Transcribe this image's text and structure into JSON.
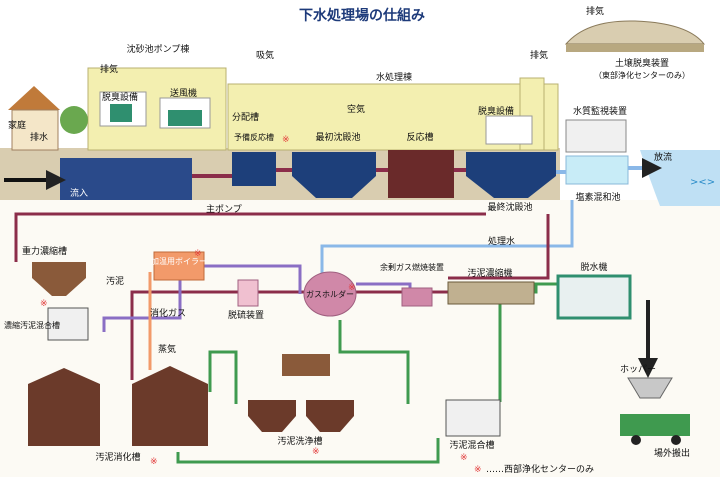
{
  "title": "下水処理場の仕組み",
  "colors": {
    "sewage": "#8b2d4a",
    "treated": "#8ab8e8",
    "sludge": "#8a4a3a",
    "digestion_gas": "#8a6ec4",
    "steam": "#f29a6a",
    "wash": "#3f9a4f",
    "building": "#f3efb0",
    "ground": "#d9cdb0",
    "equipment": "#2f8f6f",
    "marker": "#e23a3a"
  },
  "labels": {
    "pump_building": "沈砂池ポンプ棟",
    "exhaust_left": "排気",
    "intake": "吸気",
    "exhaust_right": "排気",
    "exhaust_top": "排気",
    "soil_deodorizer": "土壌脱臭装置",
    "soil_deodorizer_note": "（東部浄化センターのみ）",
    "water_building": "水処理棟",
    "deodorizer_left": "脱臭設備",
    "blower": "送風機",
    "distribution_tank": "分配槽",
    "air": "空気",
    "pre_reaction_tank": "予備反応槽",
    "primary_sedimentation": "最初沈殿池",
    "reaction_tank": "反応槽",
    "deodorizer_right": "脱臭設備",
    "water_quality_building": "水質監視装置",
    "household": "家庭",
    "drainage": "排水",
    "inflow": "流入",
    "main_pump": "主ポンプ",
    "final_sedimentation": "最終沈殿池",
    "chlorine_tank": "塩素混和池",
    "discharge": "放流",
    "treated_water": "処理水",
    "gravity_thickener": "重力濃縮槽",
    "sludge": "汚泥",
    "heating_boiler": "加温用ボイラー",
    "surplus_gas": "余剰ガス燃焼装置",
    "gas_holder": "ガスホルダー",
    "sludge_thickener": "汚泥濃縮機",
    "dewatering_machine": "脱水機",
    "concentrated_sludge_mixing": "濃縮汚泥混合槽",
    "digestion_gas": "消化ガス",
    "desulfurization": "脱硫装置",
    "steam": "蒸気",
    "hopper": "ホッパー",
    "digestion_tank": "汚泥消化槽",
    "sludge_washing": "汚泥洗浄槽",
    "sludge_mixing": "汚泥混合槽",
    "carry_out": "場外搬出",
    "note_mark": "※",
    "note_text": "……西部浄化センターのみ"
  }
}
